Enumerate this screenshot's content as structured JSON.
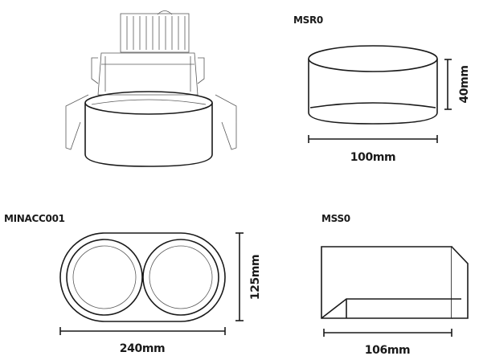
{
  "products": {
    "msr0": {
      "code": "MSR0",
      "height_label": "40mm",
      "width_label": "100mm"
    },
    "minacc001": {
      "code": "MINACC001",
      "height_label": "125mm",
      "width_label": "240mm"
    },
    "mss0": {
      "code": "MSS0",
      "width_label": "106mm"
    }
  },
  "colors": {
    "line": "#1a1a1a",
    "detail": "#5a5a5a",
    "background": "#ffffff"
  }
}
